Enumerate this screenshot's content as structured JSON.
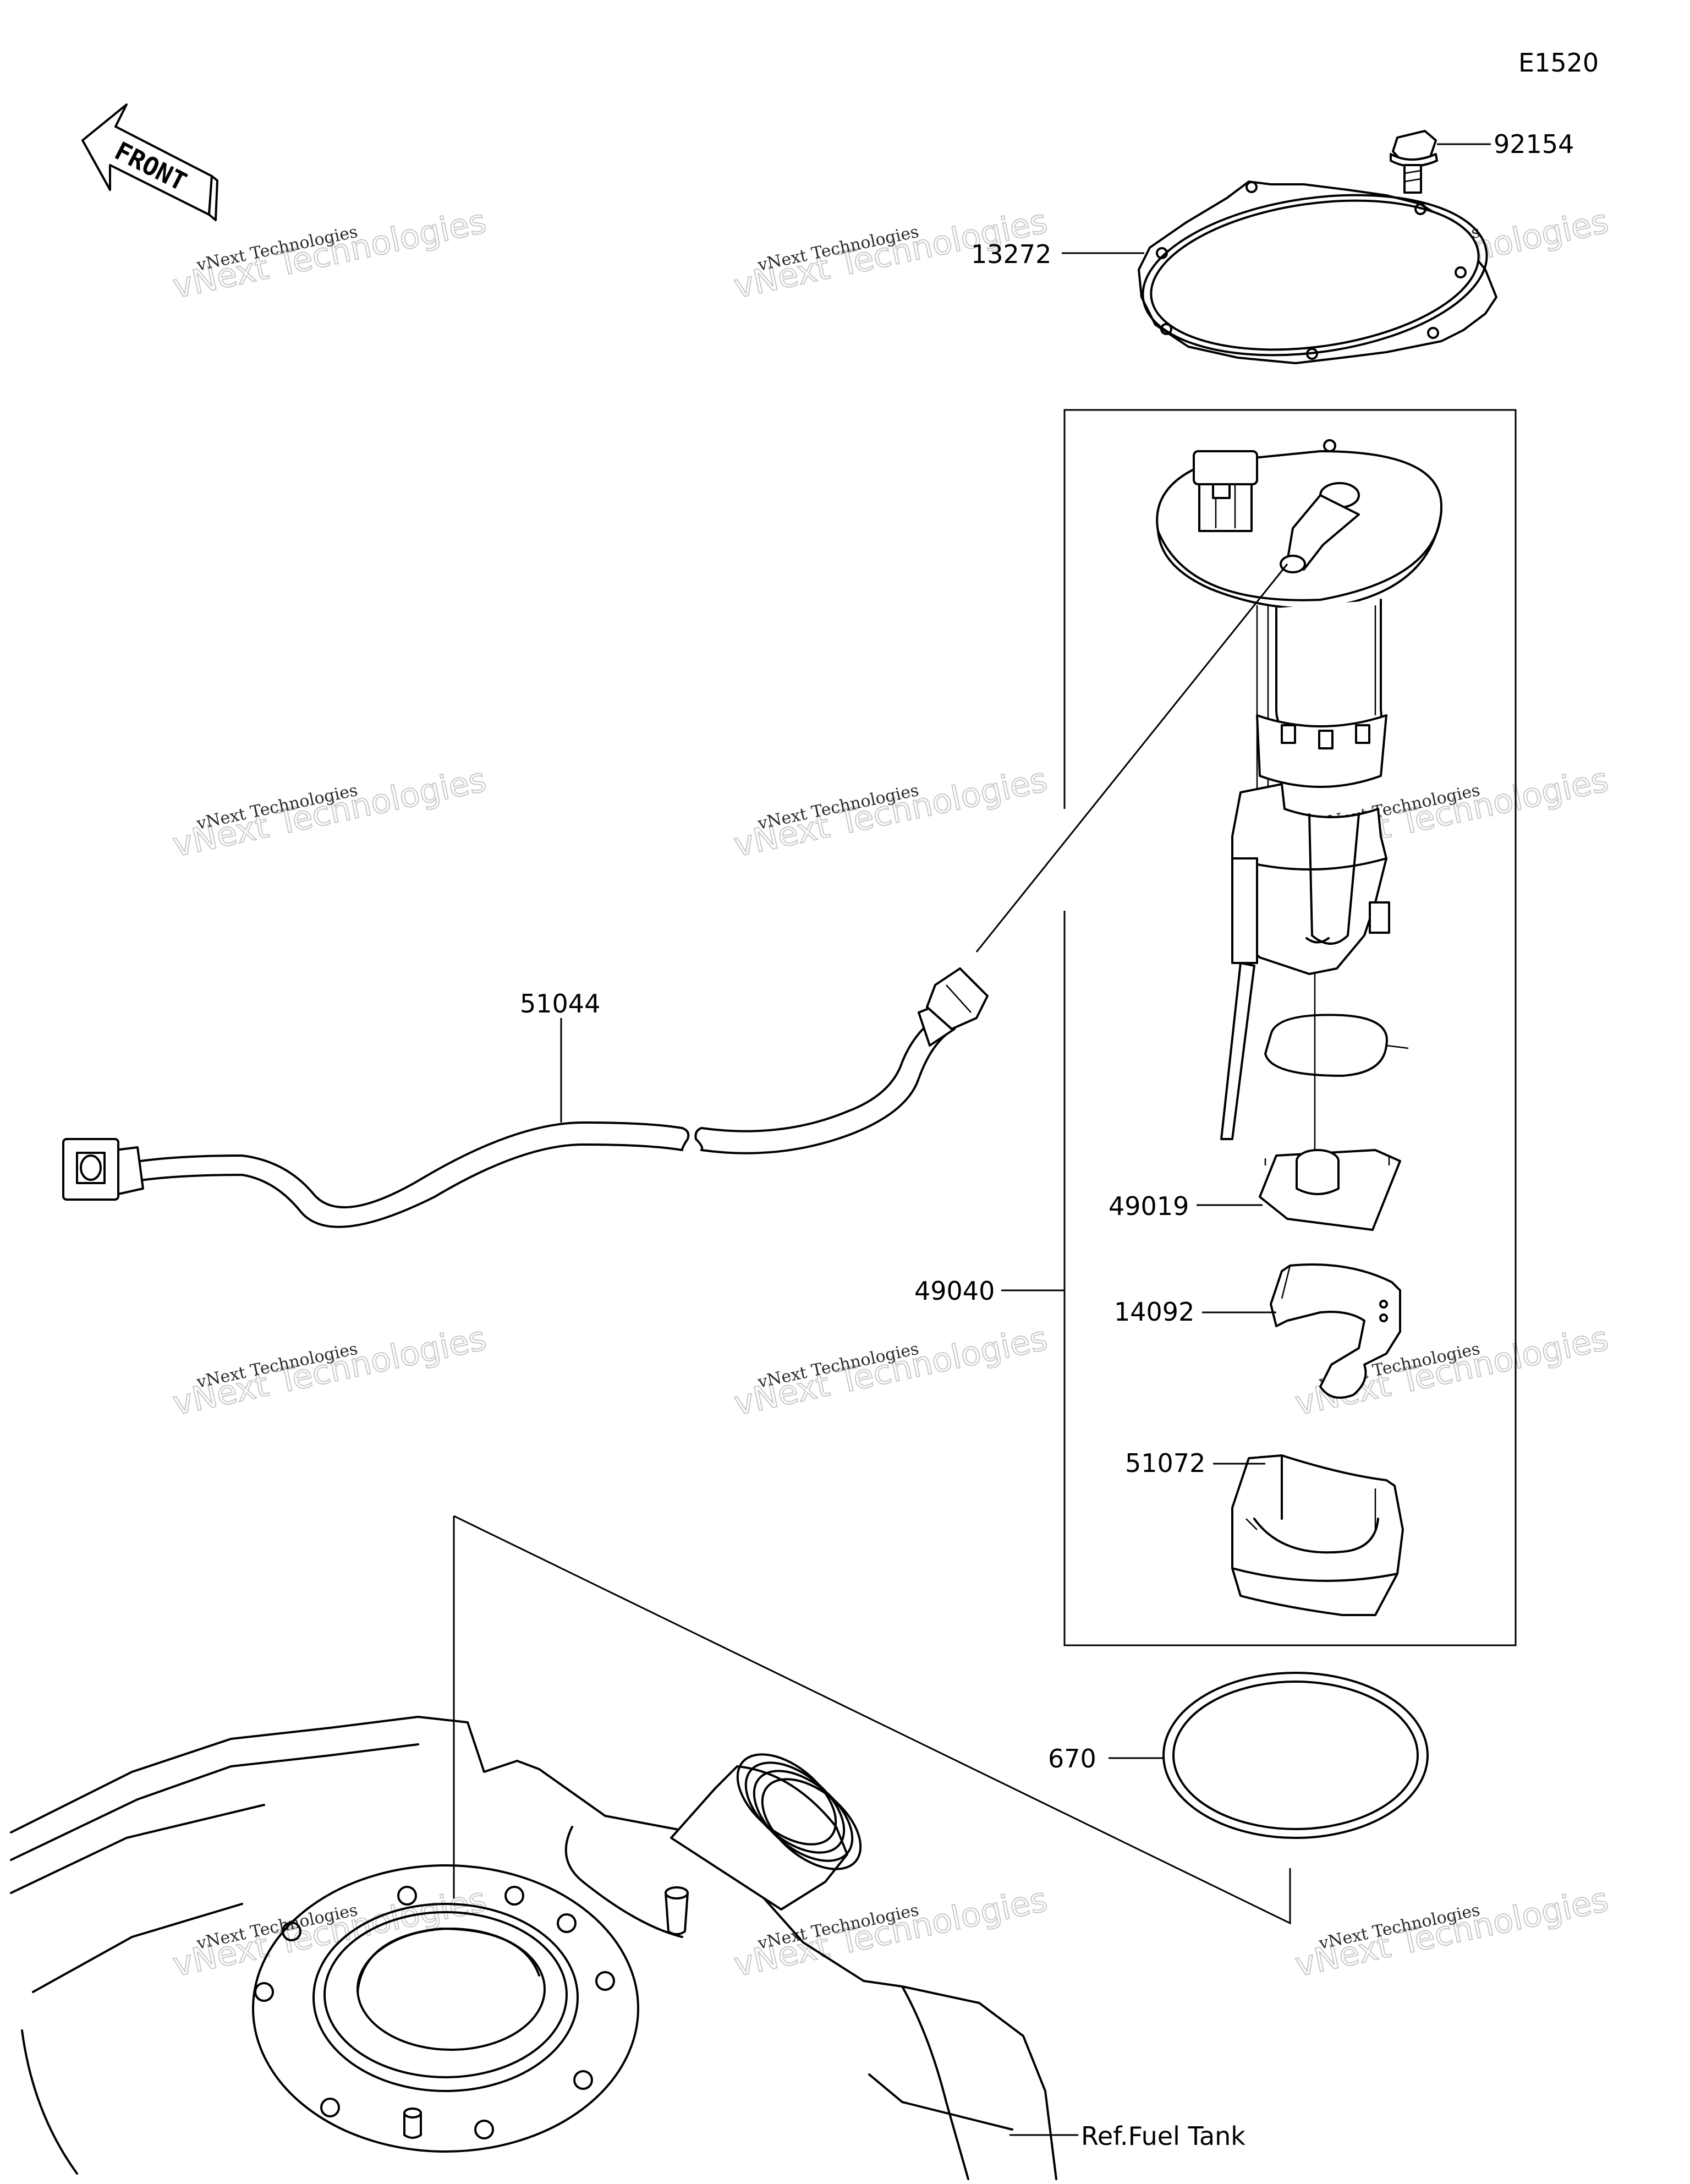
{
  "diagram_code": "E1520",
  "front_arrow_label": "FRONT",
  "callouts": {
    "bolt": "92154",
    "gasket": "13272",
    "harness": "51044",
    "pump_assy": "49040",
    "filter": "49019",
    "bracket": "14092",
    "cover": "51072",
    "o_ring": "670",
    "ref_tank": "Ref.Fuel Tank"
  },
  "watermark": {
    "line1": "vNext Technologies",
    "line2": "vNext Technologies"
  }
}
